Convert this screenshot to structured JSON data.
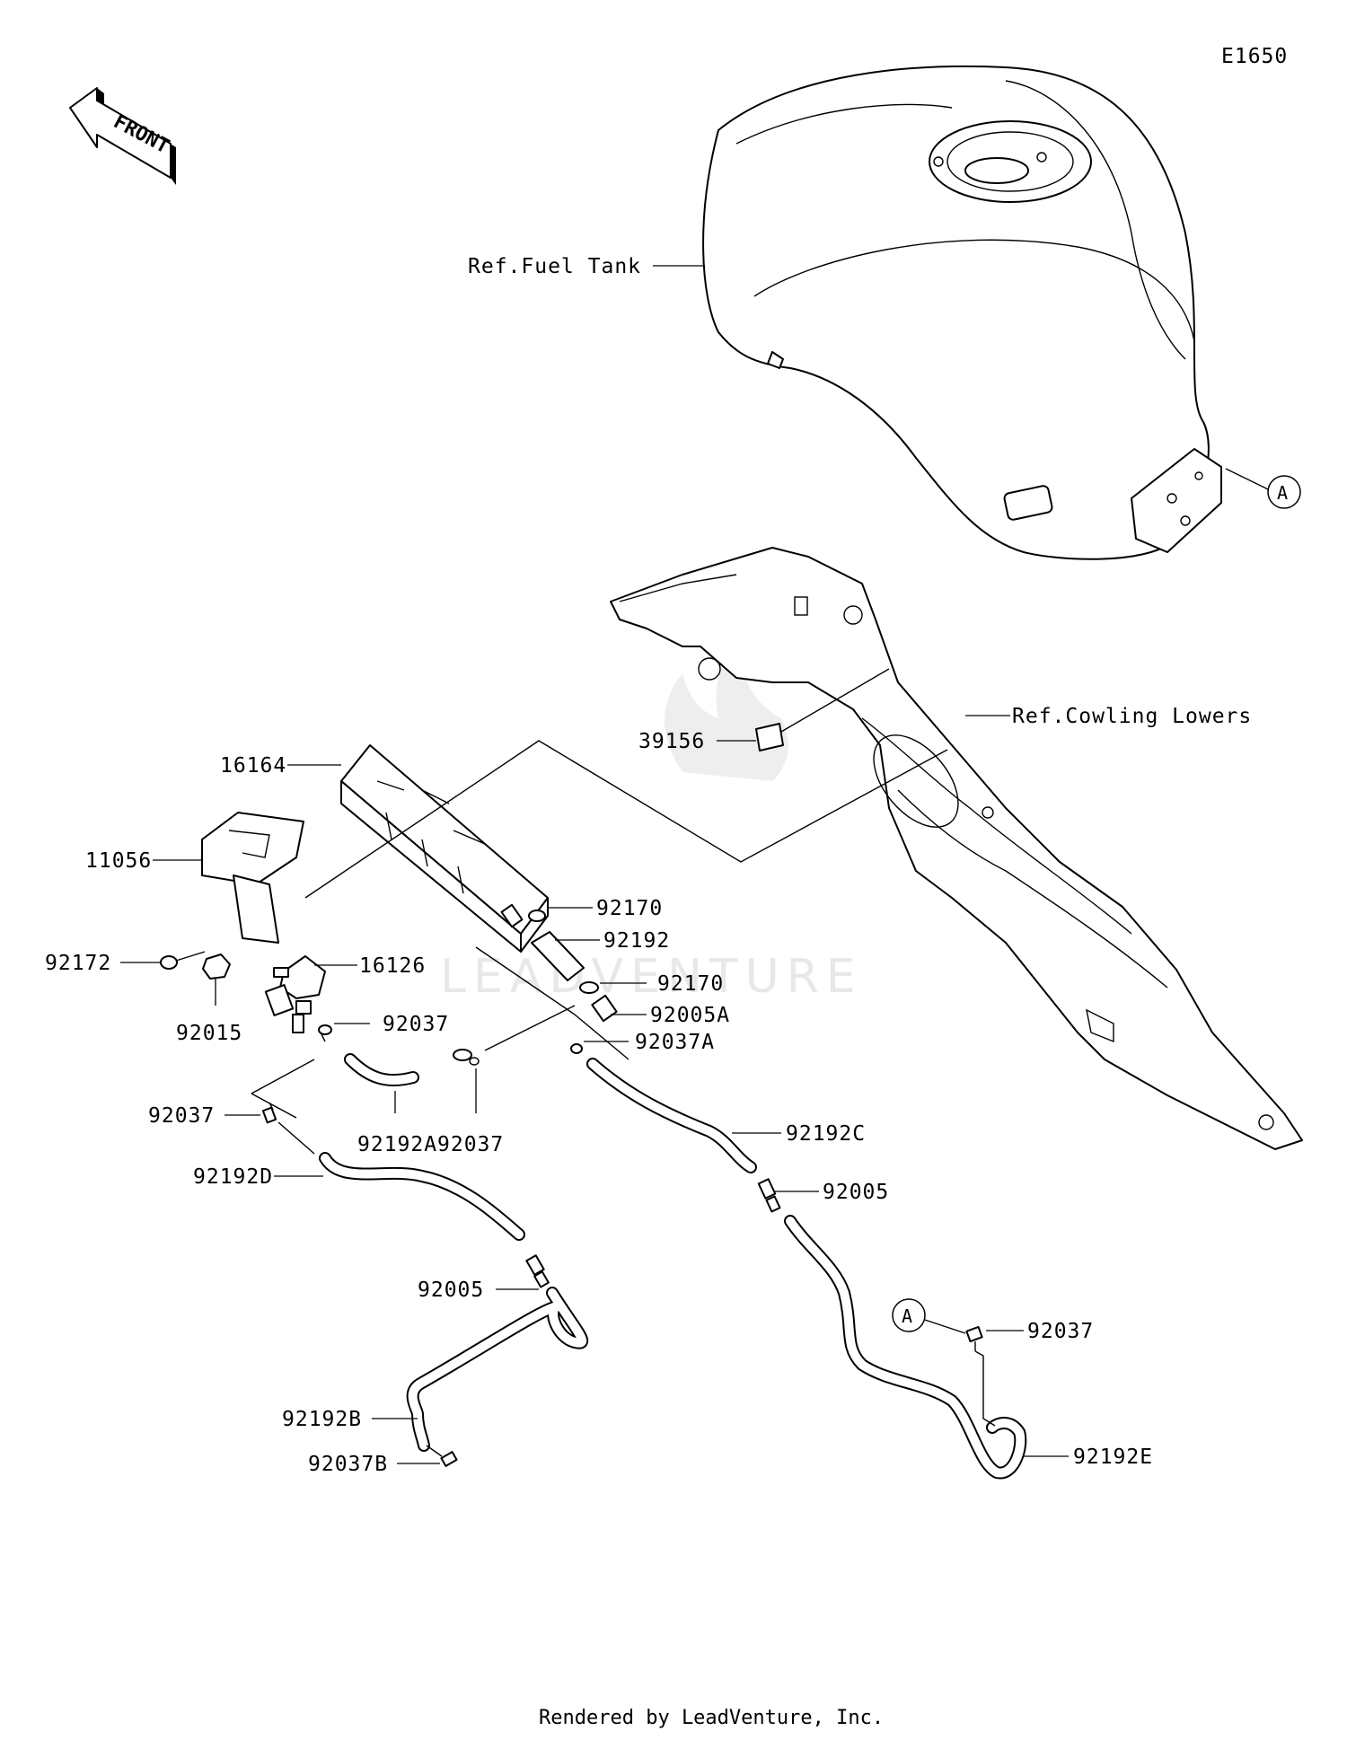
{
  "diagram_code": "E1650",
  "front_label": "FRONT",
  "watermark": "LEADVENTURE",
  "footer": "Rendered by LeadVenture, Inc.",
  "ref_labels": {
    "fuel_tank": "Ref.Fuel Tank",
    "cowling_lowers": "Ref.Cowling Lowers"
  },
  "connector_mark": "A",
  "parts": {
    "p16164": "16164",
    "p11056": "11056",
    "p92172": "92172",
    "p92015": "92015",
    "p16126": "16126",
    "p92037_valve": "92037",
    "p92037_clamp": "92037",
    "p92037_left": "92037",
    "p92192A": "92192A",
    "p92192D": "92192D",
    "p92005_left": "92005",
    "p92192B": "92192B",
    "p92037B": "92037B",
    "p92170_top": "92170",
    "p92192": "92192",
    "p92170_mid": "92170",
    "p92005A": "92005A",
    "p92037A": "92037A",
    "p92192C": "92192C",
    "p92005_right": "92005",
    "p92037_right": "92037",
    "p92192E": "92192E",
    "p39156": "39156"
  }
}
